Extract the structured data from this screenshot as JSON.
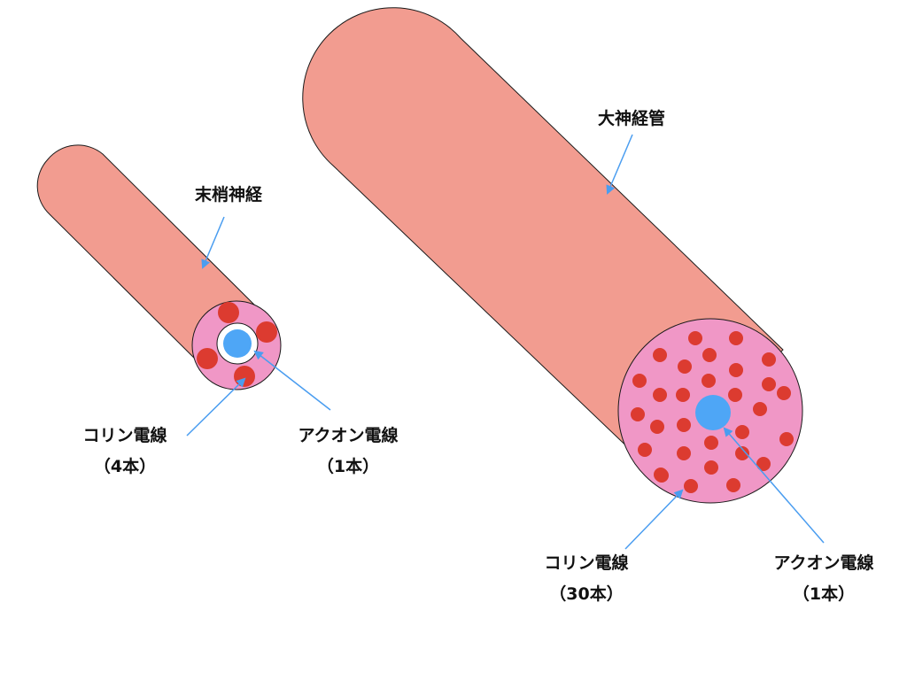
{
  "colors": {
    "nerve_body": "#F29C90",
    "cross_section": "#F097C6",
    "choline_wire": "#DC3B30",
    "axon_wire": "#4EA6F6",
    "leader_line": "#4A9DF0",
    "outline": "#1a1a1a"
  },
  "small_nerve": {
    "title": "末梢神経",
    "choline_label": "コリン電線",
    "choline_count": "（4本）",
    "axon_label": "アクオン電線",
    "axon_count": "（1本）"
  },
  "large_nerve": {
    "title": "大神経管",
    "choline_label": "コリン電線",
    "choline_count": "（30本）",
    "axon_label": "アクオン電線",
    "axon_count": "（1本）"
  }
}
